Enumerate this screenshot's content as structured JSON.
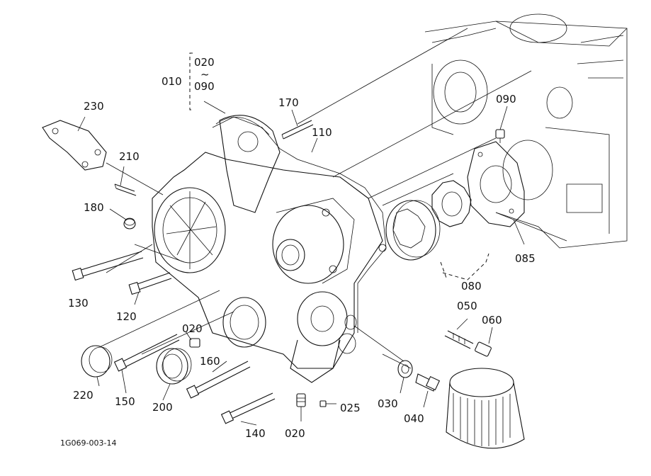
{
  "diagram": {
    "drawing_code": "1G069-003-14",
    "callouts": [
      {
        "id": "c010",
        "text": "010"
      },
      {
        "id": "c020_top",
        "text": "020"
      },
      {
        "id": "tilde",
        "text": "~"
      },
      {
        "id": "c090_top",
        "text": "090"
      },
      {
        "id": "c230",
        "text": "230"
      },
      {
        "id": "c210",
        "text": "210"
      },
      {
        "id": "c180",
        "text": "180"
      },
      {
        "id": "c170",
        "text": "170"
      },
      {
        "id": "c110",
        "text": "110"
      },
      {
        "id": "c090",
        "text": "090"
      },
      {
        "id": "c085",
        "text": "085"
      },
      {
        "id": "c080",
        "text": "080"
      },
      {
        "id": "c130",
        "text": "130"
      },
      {
        "id": "c120",
        "text": "120"
      },
      {
        "id": "c020_mid",
        "text": "020"
      },
      {
        "id": "c160",
        "text": "160"
      },
      {
        "id": "c220",
        "text": "220"
      },
      {
        "id": "c150",
        "text": "150"
      },
      {
        "id": "c200",
        "text": "200"
      },
      {
        "id": "c140",
        "text": "140"
      },
      {
        "id": "c020_bot",
        "text": "020"
      },
      {
        "id": "c025",
        "text": "025"
      },
      {
        "id": "c050",
        "text": "050"
      },
      {
        "id": "c060",
        "text": "060"
      },
      {
        "id": "c030",
        "text": "030"
      },
      {
        "id": "c040",
        "text": "040"
      }
    ]
  }
}
